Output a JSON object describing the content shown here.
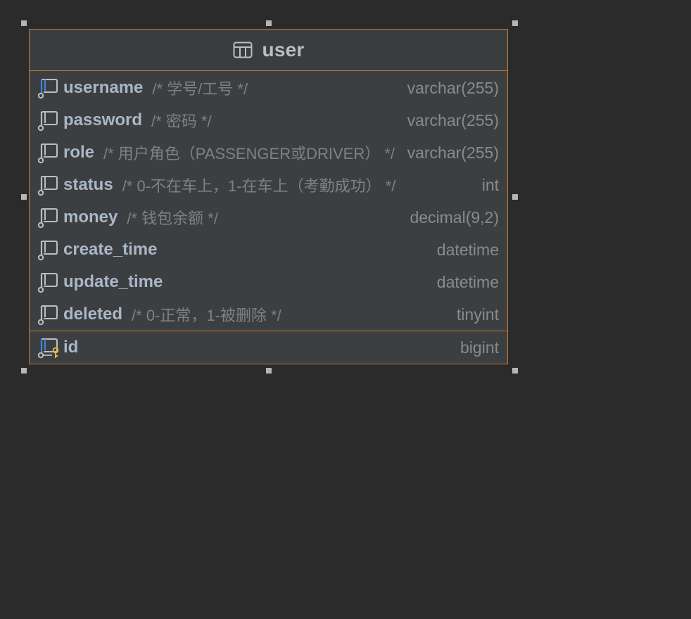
{
  "entity": {
    "title": "user",
    "colors": {
      "border": "#c6782f",
      "background": "#3c3f41",
      "canvas": "#2b2b2b",
      "name_text": "#a9b7c6",
      "comment_text": "#808080",
      "type_text": "#8a8a8a",
      "key_icon": "#e0b640",
      "highlight_icon": "#4a7fd6"
    },
    "icons": {
      "table": "table-icon",
      "column": "column-icon",
      "primary_key": "primary-key-icon"
    },
    "columns": [
      {
        "name": "username",
        "comment": "/* 学号/工号 */",
        "type": "varchar(255)"
      },
      {
        "name": "password",
        "comment": "/* 密码 */",
        "type": "varchar(255)"
      },
      {
        "name": "role",
        "comment": "/* 用户角色（PASSENGER或DRIVER） */",
        "type": "varchar(255)"
      },
      {
        "name": "status",
        "comment": "/* 0-不在车上，1-在车上（考勤成功） */",
        "type": "int"
      },
      {
        "name": "money",
        "comment": "/* 钱包余额 */",
        "type": "decimal(9,2)"
      },
      {
        "name": "create_time",
        "comment": "",
        "type": "datetime"
      },
      {
        "name": "update_time",
        "comment": "",
        "type": "datetime"
      },
      {
        "name": "deleted",
        "comment": "/* 0-正常，1-被删除 */",
        "type": "tinyint"
      }
    ],
    "primary_key": {
      "name": "id",
      "type": "bigint"
    }
  }
}
